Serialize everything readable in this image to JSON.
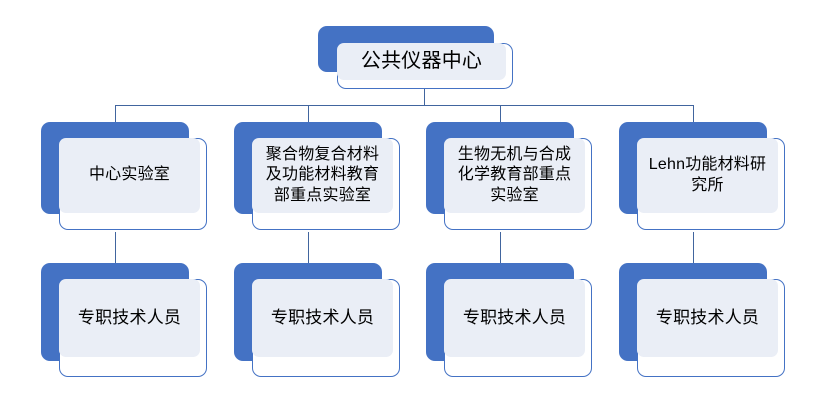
{
  "diagram": {
    "type": "organization-chart",
    "title_node": "公共仪器中心",
    "colors": {
      "accent": "#4472C4",
      "panel_fill": "#EAEEF6",
      "card_border": "#4472C4",
      "connector": "#41659E",
      "text": "#000000",
      "background": "#FFFFFF"
    },
    "root": {
      "label": "公共仪器中心"
    },
    "level2": [
      {
        "label": "中心实验室"
      },
      {
        "label": "聚合物复合材料\n及功能材料教育\n部重点实验室"
      },
      {
        "label": "生物无机与合成\n化学教育部重点\n实验室"
      },
      {
        "label": "Lehn功能材料研\n究所"
      }
    ],
    "level3": [
      {
        "label": "专职技术人员"
      },
      {
        "label": "专职技术人员"
      },
      {
        "label": "专职技术人员"
      },
      {
        "label": "专职技术人员"
      }
    ]
  }
}
